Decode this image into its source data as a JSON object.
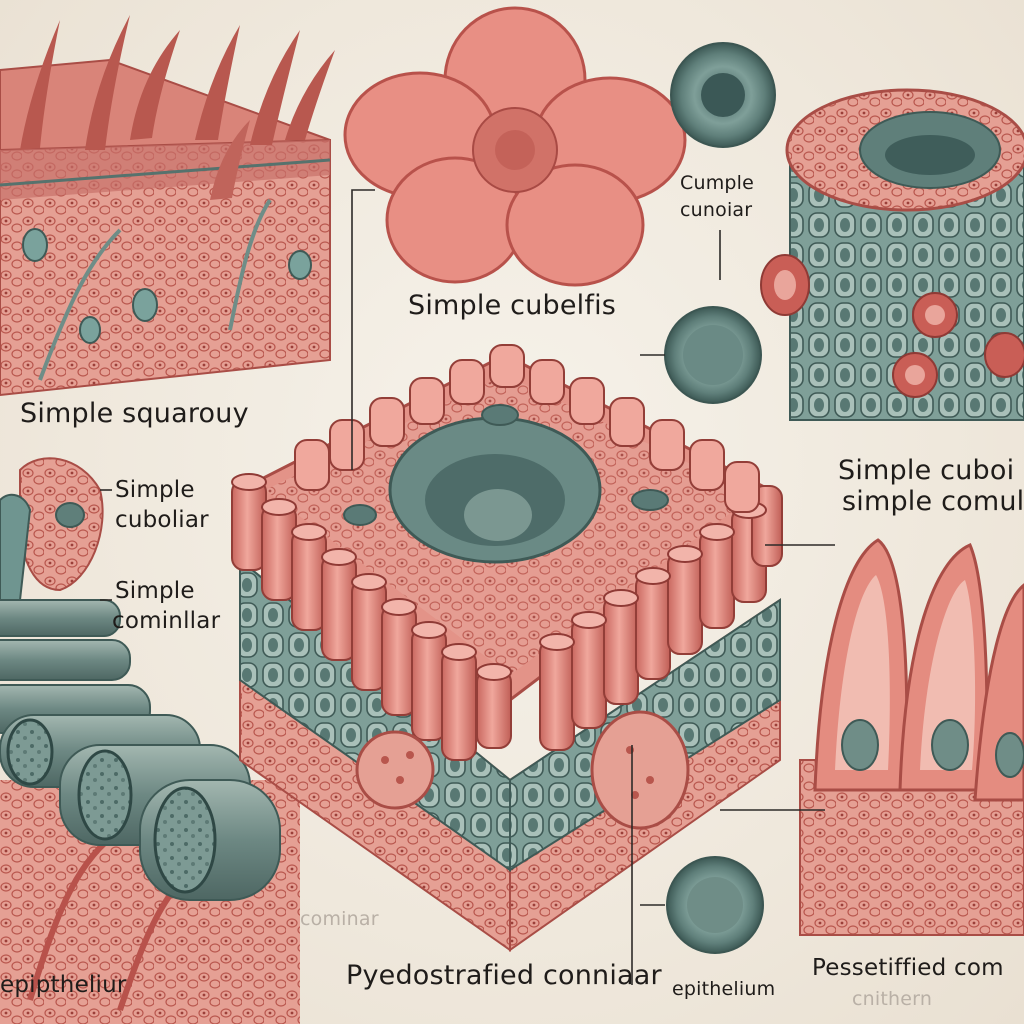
{
  "labels": {
    "simple_squamous": "Simple squarouy",
    "simple_cubelfis": "Simple cubelfis",
    "cumple": "Cumple",
    "cunoiar": "cunoiar",
    "left_simple_1": "Simple",
    "left_cuboliar": "cuboliar",
    "left_simple_2": "Simple",
    "left_cominllar": "cominllar",
    "right_cuboi": "Simple cuboi",
    "right_comull": "simple comull",
    "bottom_left": "epiptheliur",
    "bottom_faint": "cominar",
    "bottom_center": "Pyedostrafied conniaar",
    "bottom_epithelium": "epithelium",
    "bottom_right_1": "Pessetiffied com",
    "bottom_right_2": "cnithern"
  },
  "colors": {
    "tissue_pink": "#e8958a",
    "tissue_dark": "#b8524b",
    "teal": "#6f9590",
    "background": "#f1ece1"
  }
}
